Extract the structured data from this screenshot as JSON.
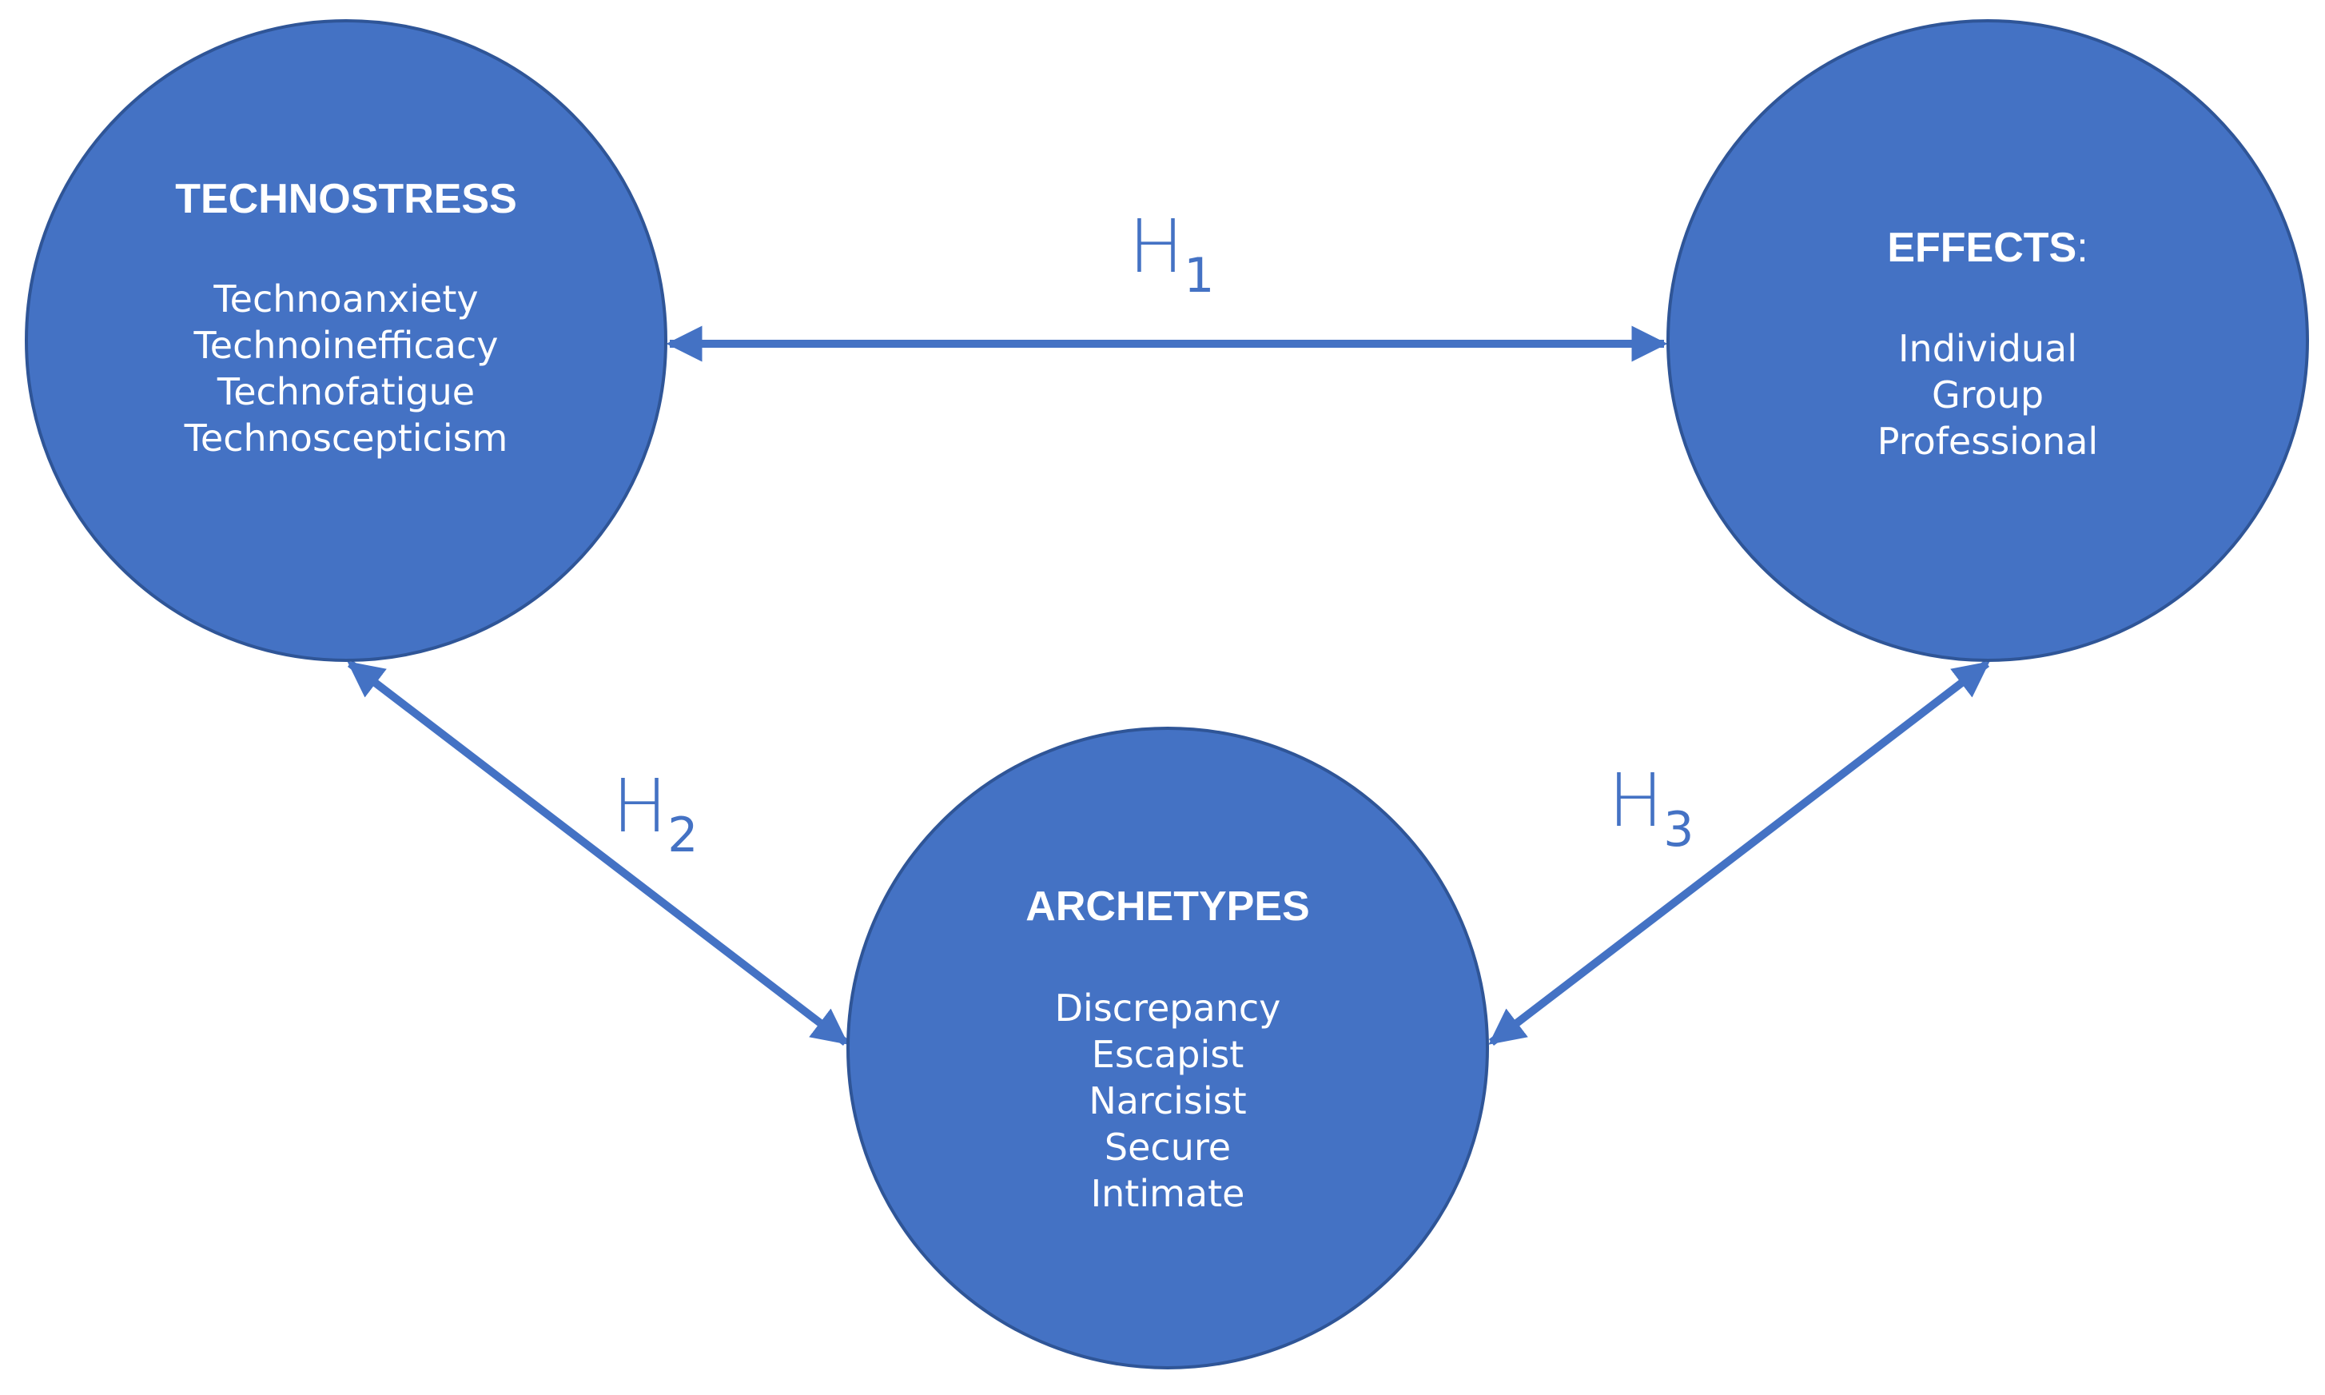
{
  "colors": {
    "node_fill": "#4472C4",
    "node_stroke": "#2F5597",
    "arrow": "#4472C4",
    "hypothesis_text": "#4472C4",
    "node_text": "#FFFFFF"
  },
  "nodes": {
    "technostress": {
      "title": "TECHNOSTRESS",
      "items": [
        "Technoanxiety",
        "Technoinefficacy",
        "Technofatigue",
        "Technoscepticism"
      ]
    },
    "effects": {
      "title": "EFFECTS",
      "title_suffix": ":",
      "items": [
        "Individual",
        "Group",
        "Professional"
      ]
    },
    "archetypes": {
      "title": "ARCHETYPES",
      "items": [
        "Discrepancy",
        "Escapist",
        "Narcisist",
        "Secure",
        "Intimate"
      ]
    }
  },
  "hypotheses": {
    "h1": {
      "main": "H",
      "sub": "1"
    },
    "h2": {
      "main": "H",
      "sub": "2"
    },
    "h3": {
      "main": "H",
      "sub": "3"
    }
  }
}
